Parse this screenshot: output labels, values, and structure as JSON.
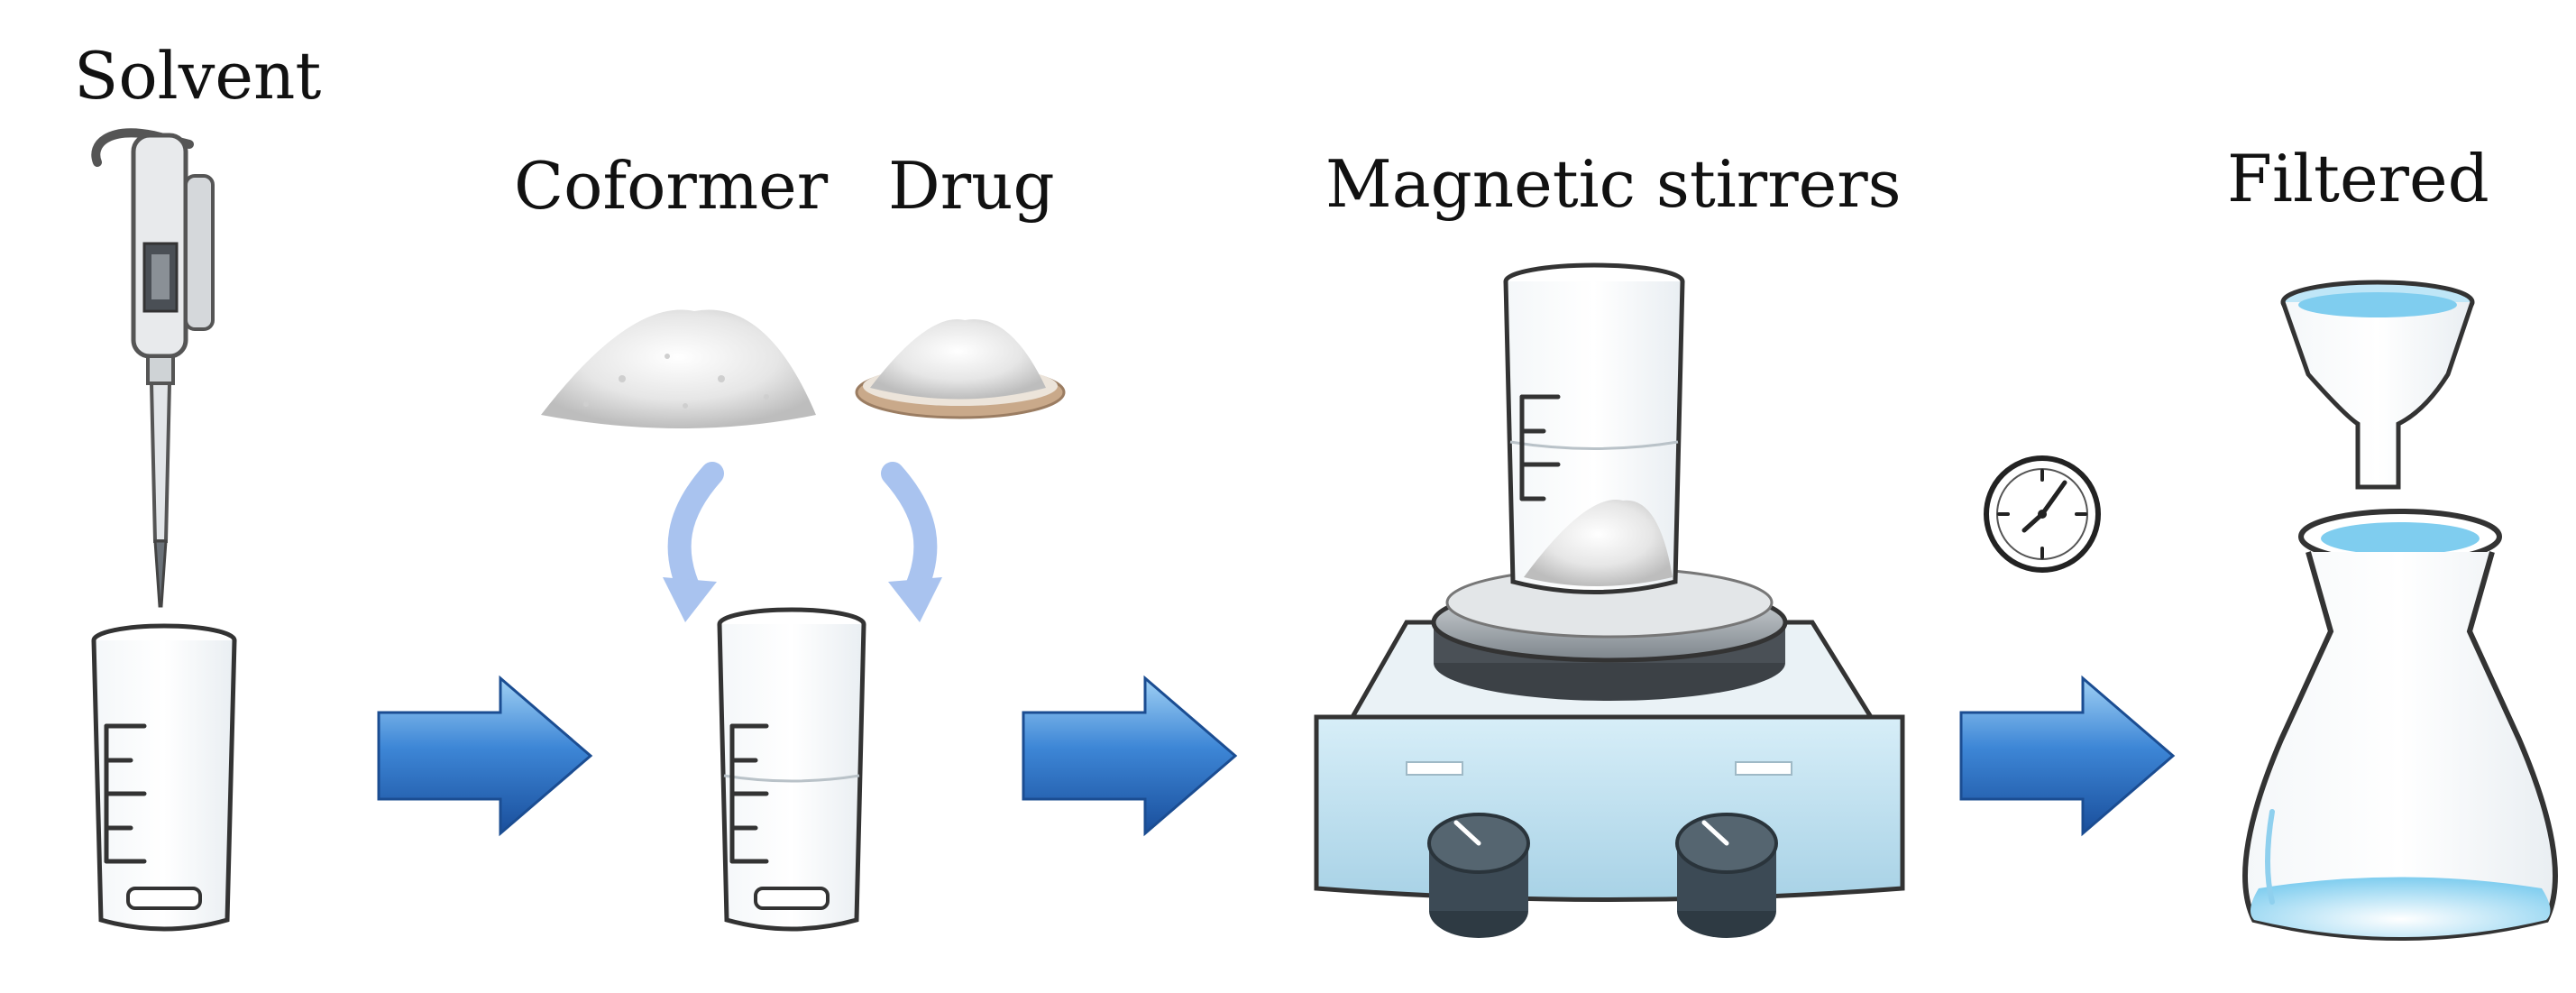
{
  "labels": {
    "solvent": "Solvent",
    "coformer": "Coformer",
    "drug": "Drug",
    "stirrer": "Magnetic stirrers",
    "filtered": "Filtered"
  },
  "colors": {
    "arrow_dark": "#1f5fb3",
    "arrow_light": "#8ec2ee",
    "curved_arrow": "#a9c3ef",
    "stirrer_body": "#bfe0f0",
    "knob": "#3c4a55",
    "filter_liquid": "#9fd8f2",
    "outline": "#3a3a3a"
  },
  "icons": [
    "pipette-icon",
    "beaker-icon",
    "powder-pile-icon",
    "petri-dish-powder-icon",
    "curved-arrow-icon",
    "right-arrow-icon",
    "magnetic-stirrer-icon",
    "clock-icon",
    "filter-funnel-icon",
    "erlenmeyer-flask-icon"
  ]
}
